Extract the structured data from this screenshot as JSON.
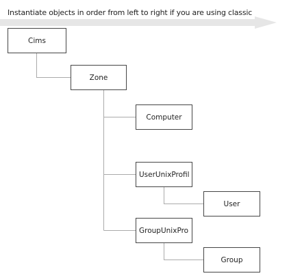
{
  "caption": "Instantiate objects in order from left to right if you are using classic",
  "colors": {
    "arrow": "#e6e6e6",
    "border": "#444444",
    "connector": "#aaaaaa"
  },
  "nodes": {
    "cims": "Cims",
    "zone": "Zone",
    "computer": "Computer",
    "user_unix_profile": "UserUnixProfil",
    "user": "User",
    "group_unix_profile": "GroupUnixPro",
    "group": "Group"
  }
}
